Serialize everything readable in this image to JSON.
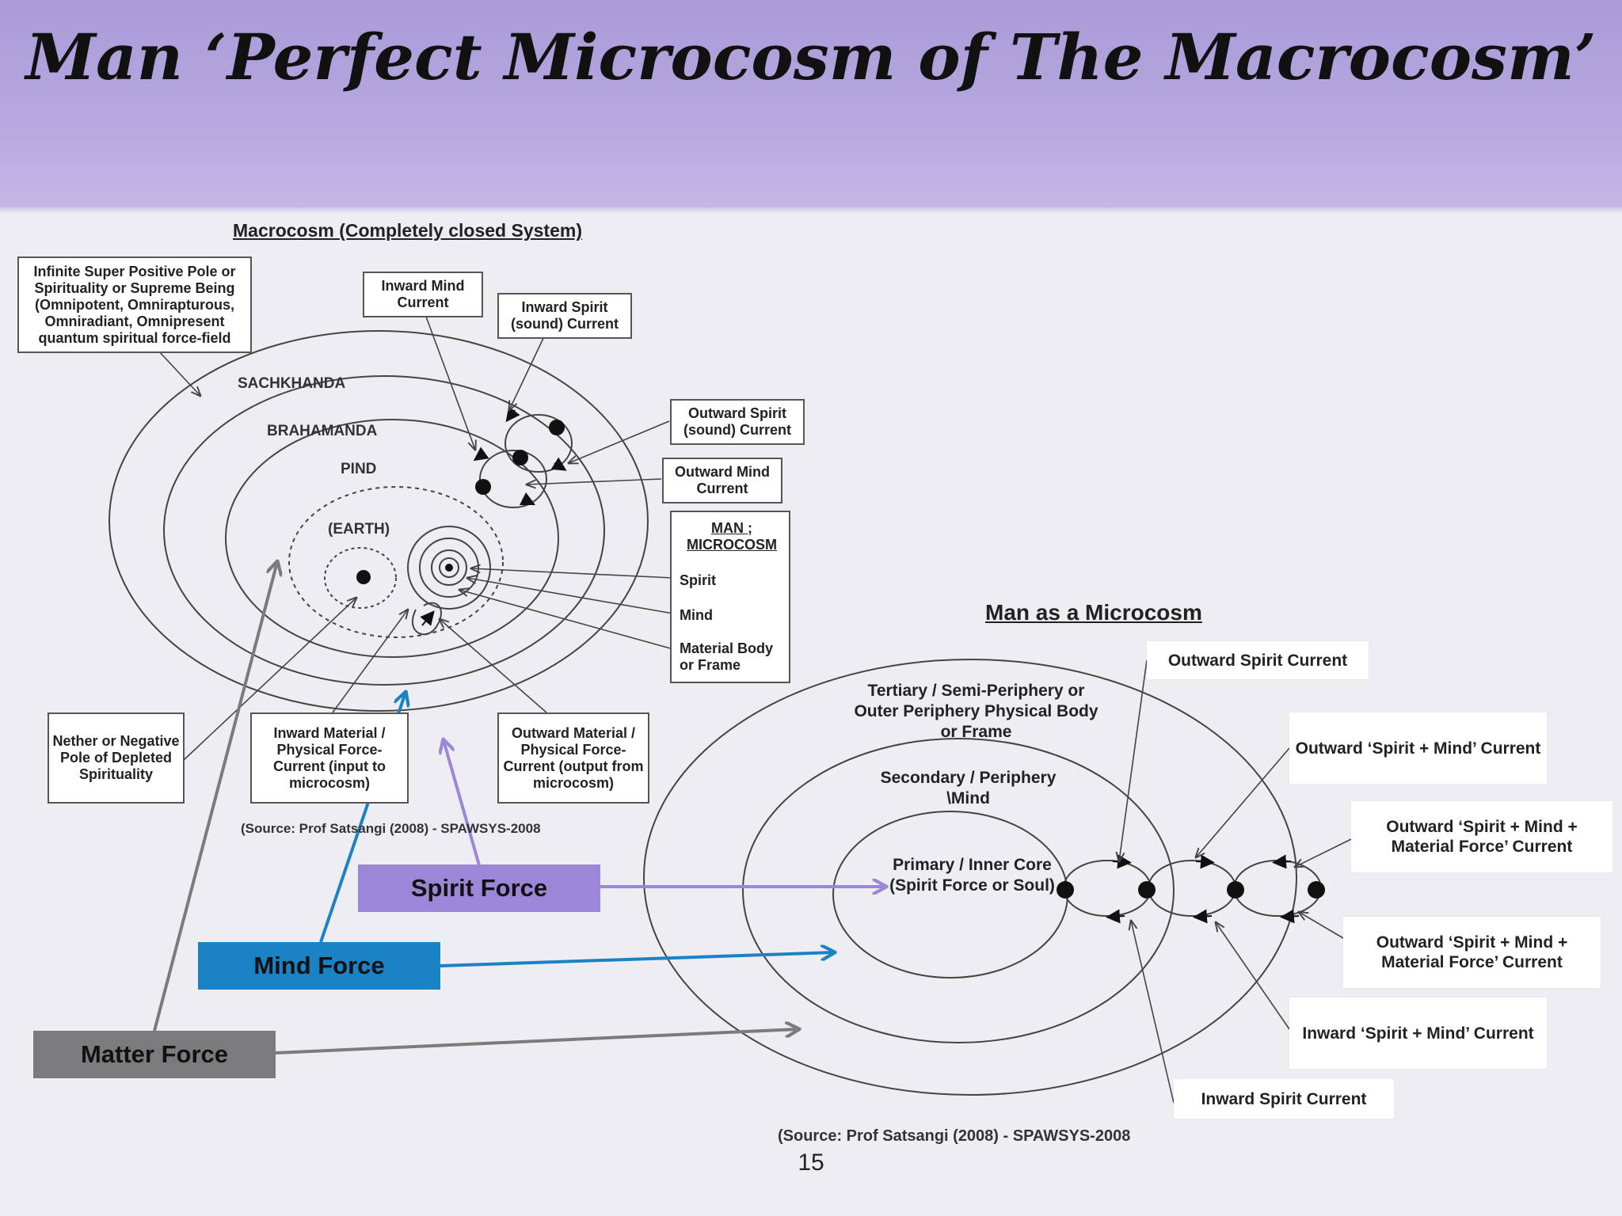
{
  "slide": {
    "title": "Man ‘Perfect Microcosm of The Macrocosm’",
    "page_number": "15"
  },
  "macrocosm": {
    "heading": "Macrocosm (Completely closed System)",
    "rings": [
      "SACHKHANDA",
      "BRAHAMANDA",
      "PIND",
      "(EARTH)"
    ],
    "boxes": {
      "super_positive_pole": "Infinite Super Positive Pole or Spirituality or Supreme Being (Omnipotent, Omnirapturous, Omniradiant, Omnipresent quantum spiritual force-field",
      "inward_mind_current": "Inward Mind Current",
      "inward_spirit_current": "Inward Spirit (sound) Current",
      "outward_spirit_current": "Outward Spirit (sound) Current",
      "outward_mind_current": "Outward Mind Current",
      "nether_pole": "Nether or Negative Pole of Depleted Spirituality",
      "inward_material": "Inward Material / Physical Force-Current (input to microcosm)",
      "outward_material": "Outward Material / Physical Force-Current (output from microcosm)"
    },
    "man_box": {
      "title": "MAN ; MICROCOSM",
      "items": [
        "Spirit",
        "Mind",
        "Material Body or Frame"
      ]
    },
    "source": "(Source: Prof Satsangi (2008) -  SPAWSYS-2008"
  },
  "microcosm": {
    "heading": "Man as a Microcosm",
    "zones": {
      "tertiary": "Tertiary / Semi-Periphery or Outer Periphery Physical Body or Frame",
      "secondary": "Secondary / Periphery \\Mind",
      "primary": "Primary / Inner Core (Spirit Force or Soul)"
    },
    "labels": {
      "outward_spirit": "Outward  Spirit Current",
      "outward_spirit_mind": "Outward ‘Spirit + Mind’ Current",
      "outward_spirit_mind_material_1": "Outward ‘Spirit + Mind + Material Force’ Current",
      "outward_spirit_mind_material_2": "Outward ‘Spirit + Mind + Material Force’ Current",
      "inward_spirit_mind": "Inward ‘Spirit + Mind’ Current",
      "inward_spirit": "Inward Spirit Current"
    },
    "source": "(Source: Prof Satsangi (2008) -  SPAWSYS-2008"
  },
  "forces": {
    "spirit": "Spirit Force",
    "mind": "Mind Force",
    "matter": "Matter Force"
  },
  "colors": {
    "spirit_force": "#9c86d8",
    "mind_force": "#1a83c6",
    "matter_force": "#7b7b7d",
    "title_band": "#b3a6de"
  }
}
